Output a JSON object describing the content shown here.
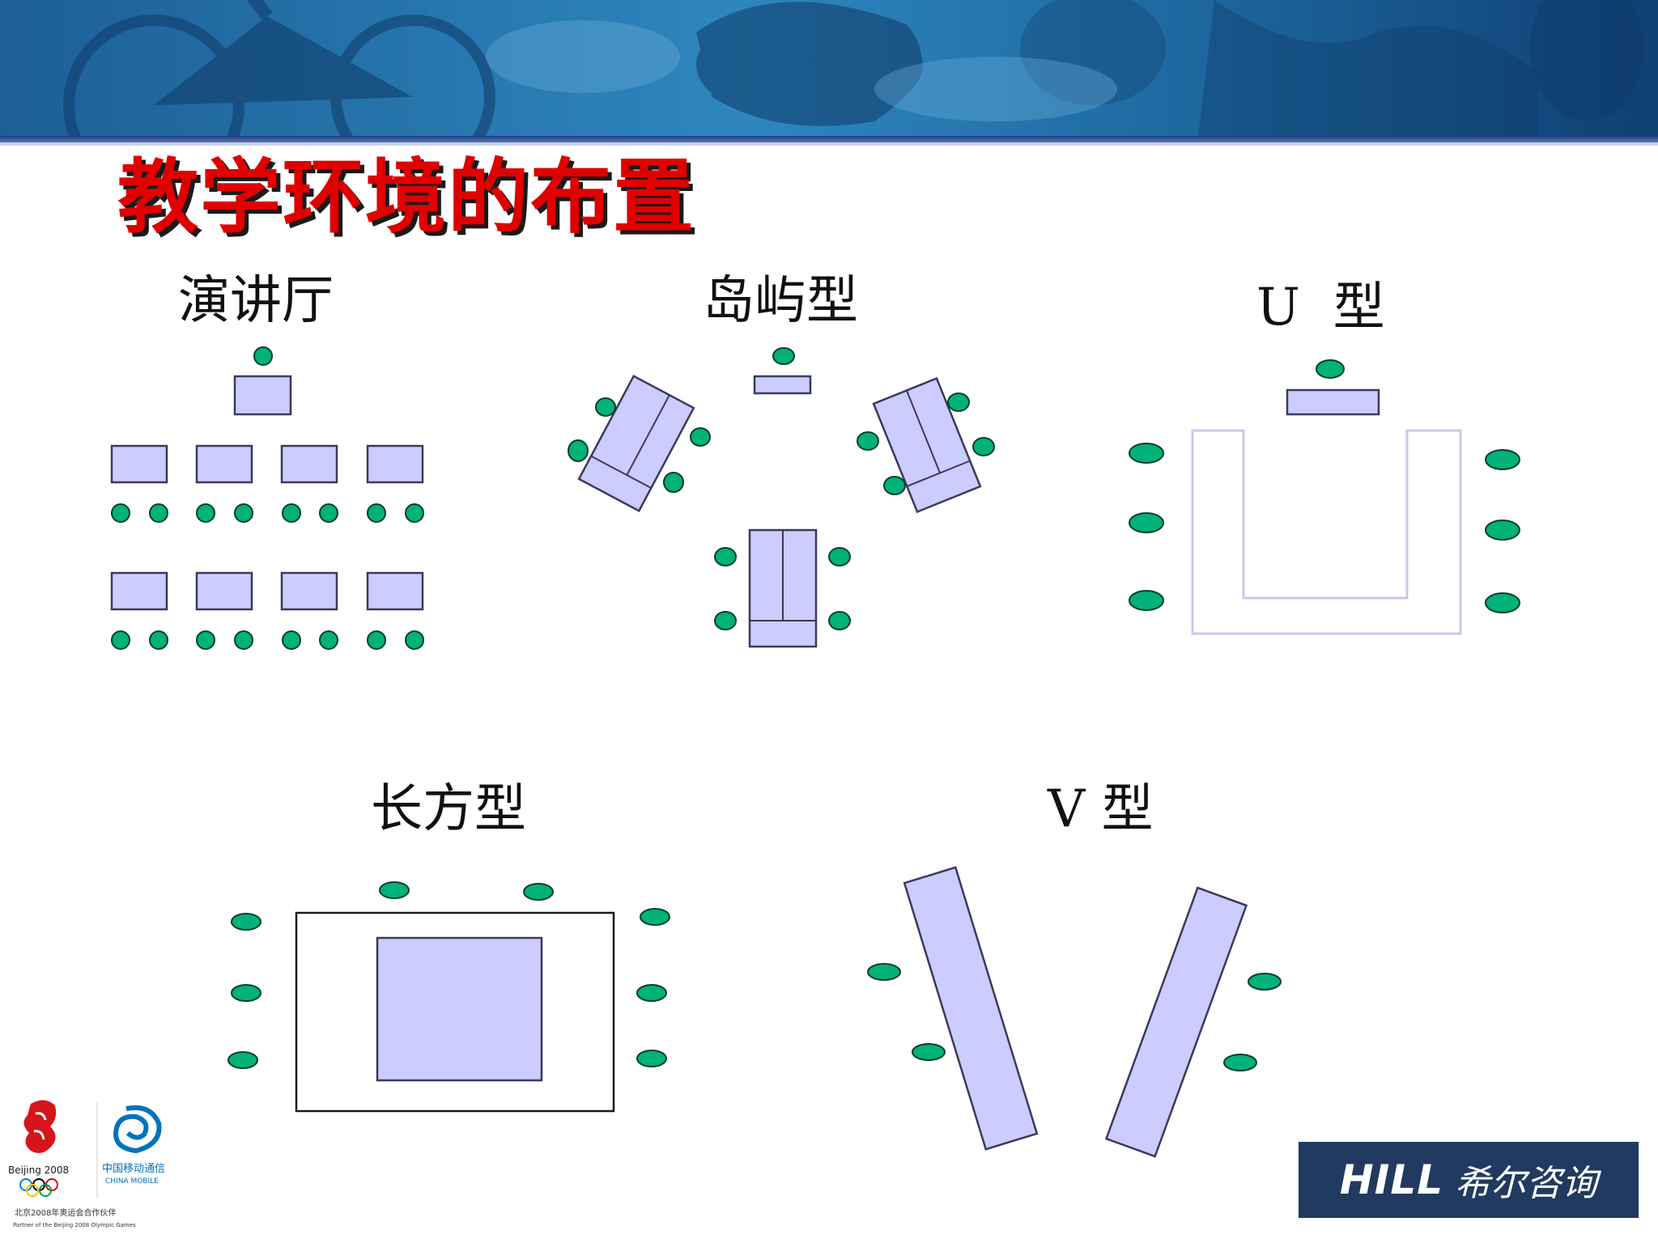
{
  "title": "教学环境的布置",
  "labels": {
    "lecture": "演讲厅",
    "island": "岛屿型",
    "u_shape": "U  型",
    "rectangle": "长方型",
    "v_shape": "V 型"
  },
  "colors": {
    "table_fill": "#ccccff",
    "table_stroke": "#3a3a5a",
    "seat_fill": "#00b27a",
    "seat_stroke": "#0a3d2a",
    "title_red": "#e00000",
    "banner_blue": "#1f6aa3",
    "logo_blue": "#203a60"
  },
  "icons": {
    "beijing_logo": "beijing-2008-emblem-icon",
    "mobile_logo": "china-mobile-logo-icon",
    "hill_logo": "hill-consulting-logo-icon"
  },
  "logo": {
    "hill_brand": "HILL",
    "hill_cn": "希尔咨询",
    "beijing_text": "Beijing 2008",
    "mobile_cn": "中国移动通信",
    "mobile_en": "CHINA MOBILE",
    "partner_cn": "北京2008年奥运会合作伙伴",
    "partner_en": "Partner of the Beijing 2008 Olympic Games"
  }
}
